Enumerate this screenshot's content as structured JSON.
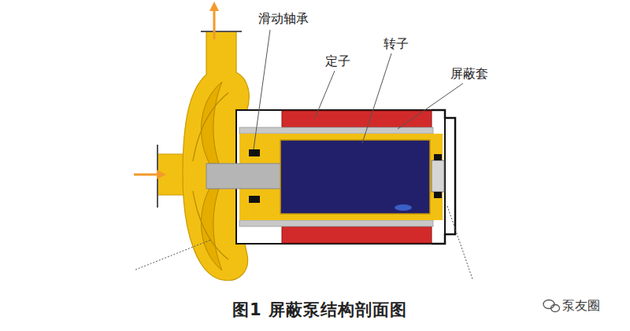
{
  "diagram": {
    "caption": "图1 屏蔽泵结构剖面图",
    "labels": [
      "滑动轴承",
      "定子",
      "转子",
      "屏蔽套",
      "泵友圈"
    ]
  }
}
